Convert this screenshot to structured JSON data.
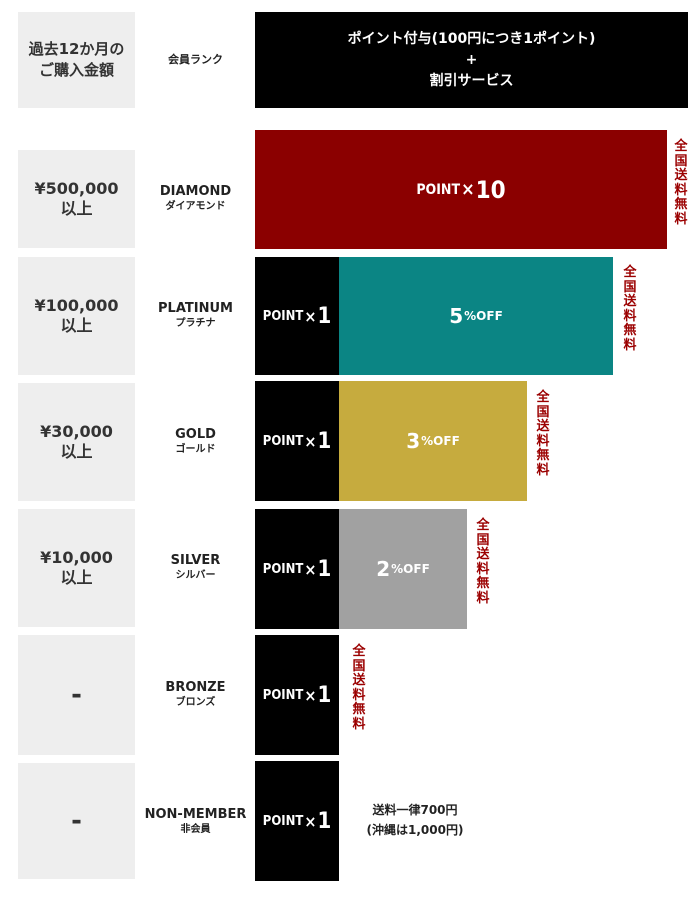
{
  "header": {
    "amount_label_1": "過去12か月の",
    "amount_label_2": "ご購入金額",
    "rank_label": "会員ランク",
    "benefit_line_1": "ポイント付与(100円につき1ポイント)",
    "benefit_line_2": "+",
    "benefit_line_3": "割引サービス"
  },
  "colors": {
    "diamond": "#8b0000",
    "platinum": "#0b8584",
    "gold": "#c6ab3e",
    "silver": "#a1a1a1",
    "free_shipping_text": "#9b0000"
  },
  "tiers": [
    {
      "amount_1": "¥500,000",
      "amount_2": "以上",
      "rank_en": "DIAMOND",
      "rank_jp": "ダイアモンド",
      "point_word": "POINT",
      "point_x": "×",
      "point_mult": "10",
      "discount_num": "",
      "discount_suffix": "",
      "shipping": "全国送料無料"
    },
    {
      "amount_1": "¥100,000",
      "amount_2": "以上",
      "rank_en": "PLATINUM",
      "rank_jp": "プラチナ",
      "point_word": "POINT",
      "point_x": "×",
      "point_mult": "1",
      "discount_num": "5",
      "discount_suffix": "%OFF",
      "shipping": "全国送料無料"
    },
    {
      "amount_1": "¥30,000",
      "amount_2": "以上",
      "rank_en": "GOLD",
      "rank_jp": "ゴールド",
      "point_word": "POINT",
      "point_x": "×",
      "point_mult": "1",
      "discount_num": "3",
      "discount_suffix": "%OFF",
      "shipping": "全国送料無料"
    },
    {
      "amount_1": "¥10,000",
      "amount_2": "以上",
      "rank_en": "SILVER",
      "rank_jp": "シルバー",
      "point_word": "POINT",
      "point_x": "×",
      "point_mult": "1",
      "discount_num": "2",
      "discount_suffix": "%OFF",
      "shipping": "全国送料無料"
    },
    {
      "amount_1": "-",
      "amount_2": "",
      "rank_en": "BRONZE",
      "rank_jp": "ブロンズ",
      "point_word": "POINT",
      "point_x": "×",
      "point_mult": "1",
      "discount_num": "",
      "discount_suffix": "",
      "shipping": "全国送料無料"
    },
    {
      "amount_1": "-",
      "amount_2": "",
      "rank_en": "NON-MEMBER",
      "rank_jp": "非会員",
      "point_word": "POINT",
      "point_x": "×",
      "point_mult": "1",
      "discount_num": "",
      "discount_suffix": "",
      "shipping": "",
      "shipping_flat_1": "送料一律700円",
      "shipping_flat_2": "(沖縄は1,000円)"
    }
  ]
}
